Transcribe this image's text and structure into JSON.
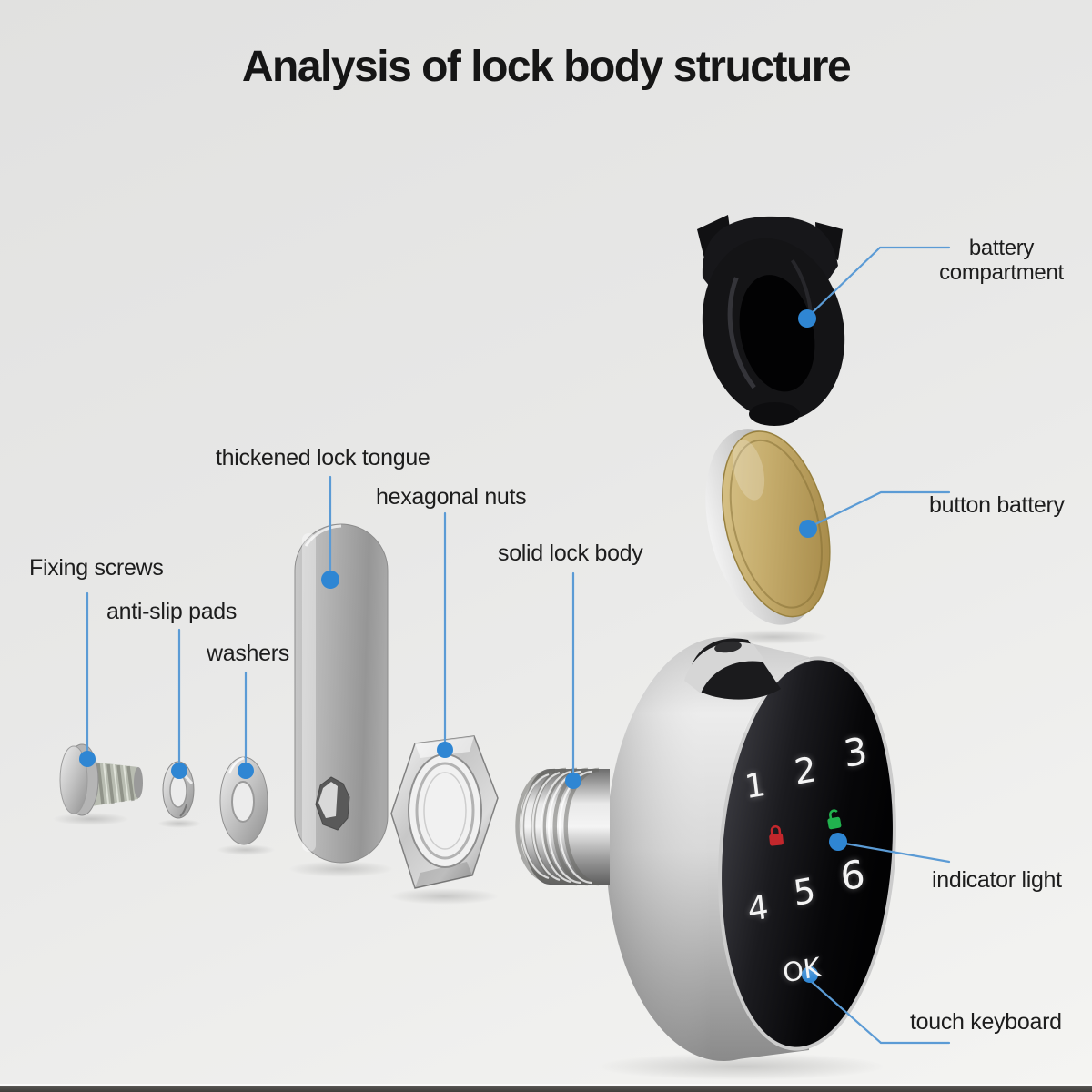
{
  "title": "Analysis of lock body structure",
  "parts": {
    "fixing_screws": "Fixing screws",
    "anti_slip_pads": "anti-slip pads",
    "washers": "washers",
    "thickened_lock_tongue": "thickened lock tongue",
    "hexagonal_nuts": "hexagonal nuts",
    "solid_lock_body": "solid lock body",
    "battery_compartment": "battery compartment",
    "button_battery": "button battery",
    "indicator_light": "indicator light",
    "touch_keyboard": "touch keyboard"
  },
  "keypad": {
    "keys": [
      "1",
      "2",
      "3",
      "4",
      "5",
      "6"
    ],
    "confirm": "OK"
  },
  "icons": {
    "locked": "red-closed-padlock",
    "unlocked": "green-open-padlock",
    "marker": "blue-dot"
  },
  "colors": {
    "leader_line": "#5b9bd5",
    "marker_dot": "#2f86d3",
    "locked_red": "#c3272c",
    "unlocked_green": "#21b24e",
    "battery_gold": "#c9af6b"
  }
}
